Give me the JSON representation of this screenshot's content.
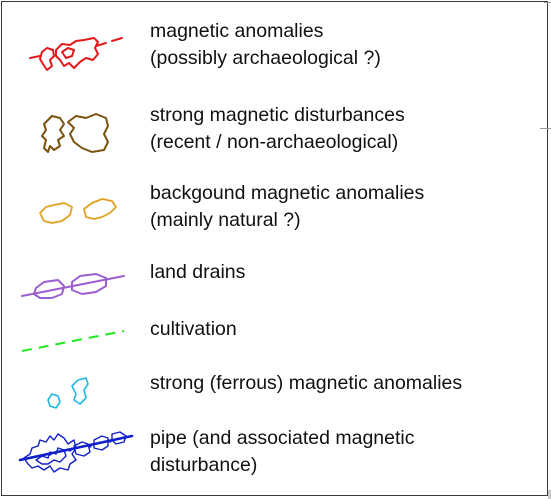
{
  "colors": {
    "magnetic_anomalies": "#e31a1c",
    "strong_disturbances": "#7a5210",
    "background_anomalies": "#e0a020",
    "land_drains": "#9a5ed0",
    "cultivation": "#1ee81e",
    "ferrous_anomalies": "#22b8e6",
    "pipe": "#1020c8",
    "border": "#3a3a3a",
    "text": "#111111"
  },
  "legend": {
    "items": [
      {
        "id": "magnetic-anomalies",
        "icon": "red-dashed-outline-icon",
        "line1": "magnetic anomalies",
        "line2": "(possibly archaeological ?)"
      },
      {
        "id": "strong-magnetic-disturbances",
        "icon": "brown-outline-icon",
        "line1": "strong magnetic disturbances",
        "line2": "(recent / non-archaeological)"
      },
      {
        "id": "background-magnetic-anomalies",
        "icon": "orange-outline-icon",
        "line1": "backgound magnetic anomalies",
        "line2": "(mainly natural ?)"
      },
      {
        "id": "land-drains",
        "icon": "purple-drain-icon",
        "line1": "land drains",
        "line2": ""
      },
      {
        "id": "cultivation",
        "icon": "green-dashed-line-icon",
        "line1": "cultivation",
        "line2": ""
      },
      {
        "id": "strong-ferrous-anomalies",
        "icon": "cyan-outline-icon",
        "line1": "strong (ferrous) magnetic anomalies",
        "line2": ""
      },
      {
        "id": "pipe",
        "icon": "blue-pipe-icon",
        "line1": "pipe (and associated magnetic",
        "line2": "disturbance)"
      }
    ]
  }
}
